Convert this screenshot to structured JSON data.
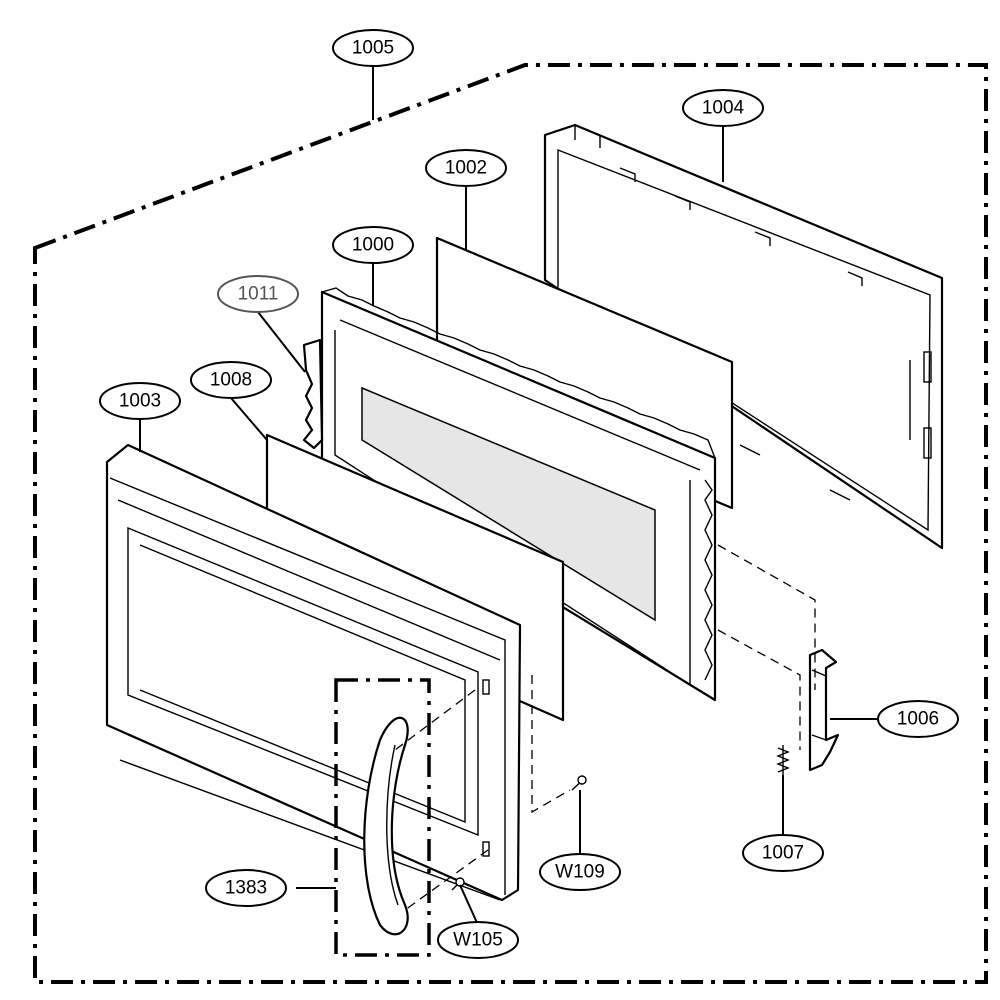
{
  "callouts": [
    {
      "id": "c1005",
      "text": "1005"
    },
    {
      "id": "c1004",
      "text": "1004"
    },
    {
      "id": "c1002",
      "text": "1002"
    },
    {
      "id": "c1000",
      "text": "1000"
    },
    {
      "id": "c1011",
      "text": "1011"
    },
    {
      "id": "c1008",
      "text": "1008"
    },
    {
      "id": "c1003",
      "text": "1003"
    },
    {
      "id": "c1006",
      "text": "1006"
    },
    {
      "id": "c1007",
      "text": "1007"
    },
    {
      "id": "cW109",
      "text": "W109"
    },
    {
      "id": "c1383",
      "text": "1383"
    },
    {
      "id": "cW105",
      "text": "W105"
    }
  ]
}
